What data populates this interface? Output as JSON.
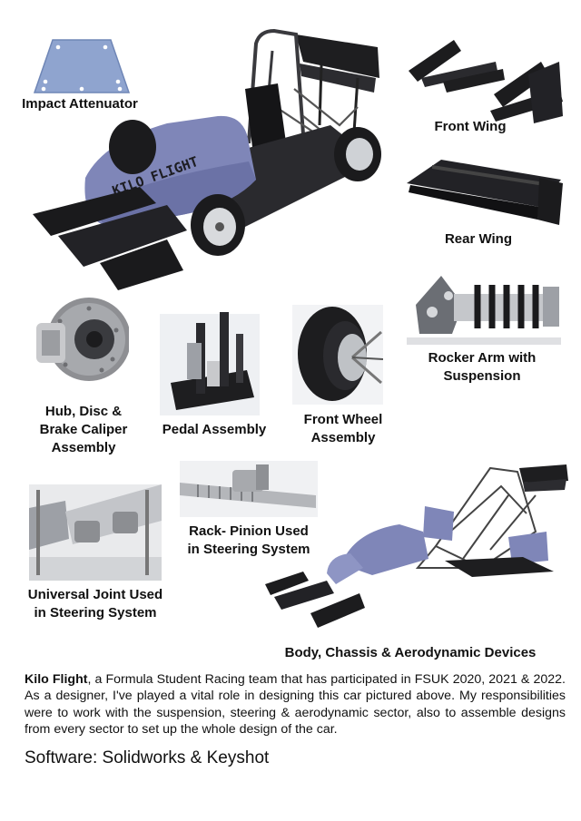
{
  "labels": {
    "impact_attenuator": "Impact Attenuator",
    "front_wing": "Front Wing",
    "rear_wing": "Rear Wing",
    "rocker_arm_line1": "Rocker Arm with",
    "rocker_arm_line2": "Suspension",
    "hub_line1": "Hub, Disc &",
    "hub_line2": "Brake Caliper",
    "hub_line3": "Assembly",
    "pedal": "Pedal Assembly",
    "front_wheel_line1": "Front Wheel",
    "front_wheel_line2": "Assembly",
    "rack_line1": "Rack- Pinion Used",
    "rack_line2": "in Steering System",
    "universal_line1": "Universal Joint Used",
    "universal_line2": "in Steering System",
    "body_chassis": "Body, Chassis & Aerodynamic Devices"
  },
  "description": {
    "team_name": "Kilo Flight",
    "text": ", a Formula Student Racing team that has participated in FSUK 2020, 2021 & 2022. As a designer, I've played a vital role in designing this car pictured above. My responsibilities were to work with the suspension, steering & aerodynamic sector, also to assemble designs from every sector to set up the whole design of the car."
  },
  "software": "Software: Solidworks & Keyshot",
  "car_decal": "KILO FLIGHT",
  "colors": {
    "body_purple": "#7f86b8",
    "attenuator_blue": "#8fa4cf",
    "dark_part": "#1e1e20",
    "steel": "#b8bcc2"
  }
}
